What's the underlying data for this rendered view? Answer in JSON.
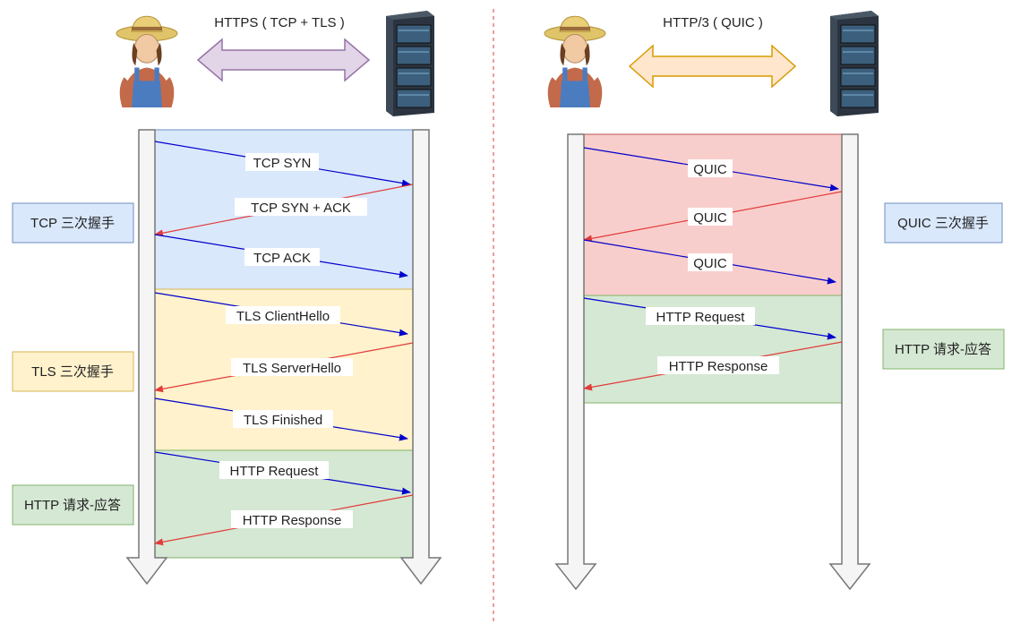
{
  "left": {
    "protocol_title": "HTTPS ( TCP + TLS )",
    "phases": [
      {
        "label": "TCP 三次握手",
        "color": "#dae8fc",
        "border": "#6c8ebf"
      },
      {
        "label": "TLS 三次握手",
        "color": "#fff2cc",
        "border": "#d6b656"
      },
      {
        "label": "HTTP 请求-应答",
        "color": "#d5e8d4",
        "border": "#82b366"
      }
    ],
    "messages": [
      "TCP SYN",
      "TCP SYN + ACK",
      "TCP ACK",
      "TLS ClientHello",
      "TLS ServerHello",
      "TLS Finished",
      "HTTP Request",
      "HTTP Response"
    ]
  },
  "right": {
    "protocol_title": "HTTP/3 ( QUIC )",
    "phases": [
      {
        "label": "QUIC 三次握手",
        "color": "#f8cecc",
        "border": "#b85450"
      },
      {
        "label": "HTTP 请求-应答",
        "color": "#d5e8d4",
        "border": "#82b366"
      }
    ],
    "messages": [
      "QUIC",
      "QUIC",
      "QUIC",
      "HTTP Request",
      "HTTP Response"
    ]
  },
  "colors": {
    "request_arrow": "#0000cc",
    "response_arrow": "#e23b3b",
    "https_arrow": "#e1d5e7",
    "quic_arrow": "#ffe6cc",
    "divider": "#e23b3b"
  },
  "icons": {
    "client": "farmer-user-icon",
    "server": "server-rack-icon"
  }
}
